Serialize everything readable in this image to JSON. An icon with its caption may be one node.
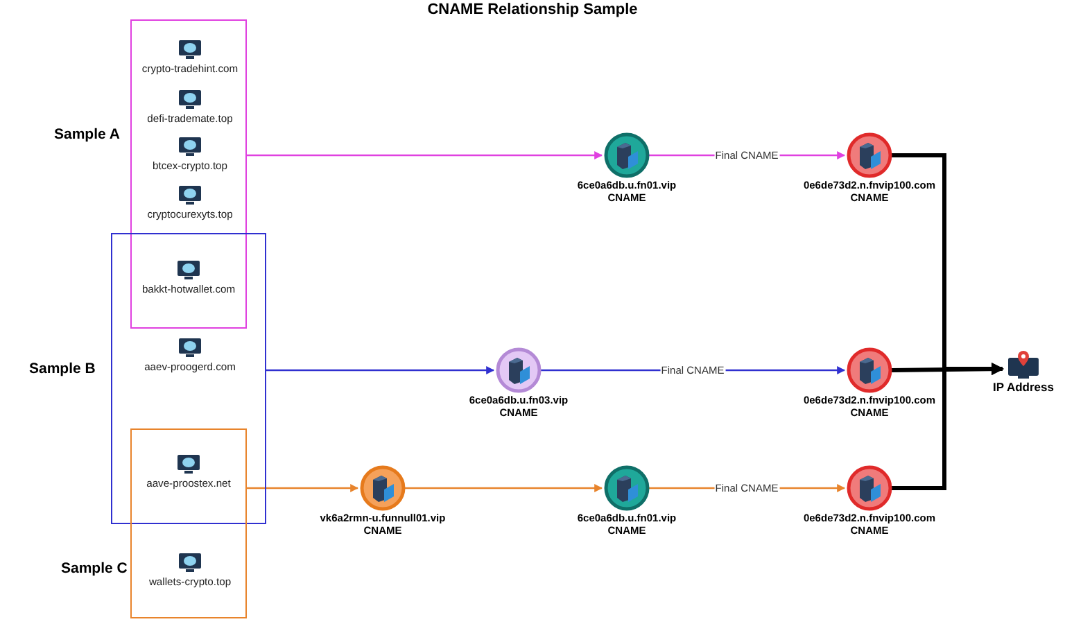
{
  "diagram": {
    "title": "CNAME Relationship Sample",
    "nodes": [
      {
        "text": [
          "Sample A"
        ]
      },
      {
        "text": [
          "Sample B"
        ]
      },
      {
        "text": [
          "Sample C"
        ]
      },
      {
        "text": [
          "crypto-tradehint.com"
        ],
        "in": 0
      },
      {
        "text": [
          "defi-trademate.top"
        ],
        "in": 0
      },
      {
        "text": [
          "btcex-crypto.top"
        ],
        "in": 0
      },
      {
        "text": [
          "cryptocurexyts.top"
        ],
        "in": 0
      },
      {
        "text": [
          "bakkt-hotwallet.com"
        ]
      },
      {
        "text": [
          "aaev-proogerd.com"
        ],
        "in": 1
      },
      {
        "text": [
          "aave-proostex.net"
        ]
      },
      {
        "text": [
          "wallets-crypto.top"
        ],
        "in": 2
      },
      {
        "text": [
          "6ce0a6db.u.fn01.vip",
          "CNAME"
        ]
      },
      {
        "text": [
          "0e6de73d2.n.fnvip100.com",
          "CNAME"
        ]
      },
      {
        "text": [
          "6ce0a6db.u.fn03.vip",
          "CNAME"
        ]
      },
      {
        "text": [
          "0e6de73d2.n.fnvip100.com",
          "CNAME"
        ]
      },
      {
        "text": [
          "vk6a2rmn-u.funnull01.vip",
          "CNAME"
        ]
      },
      {
        "text": [
          "6ce0a6db.u.fn01.vip",
          "CNAME"
        ]
      },
      {
        "text": [
          "0e6de73d2.n.fnvip100.com",
          "CNAME"
        ]
      },
      {
        "text": [
          "IP Address"
        ]
      }
    ],
    "edges": [
      {
        "from": 0,
        "to": 11,
        "arrow": "to",
        "color": "#e040e0"
      },
      {
        "from": 11,
        "to": 12,
        "arrow": "to",
        "label": "Final CNAME",
        "color": "#e040e0"
      },
      {
        "from": 1,
        "to": 13,
        "arrow": "to",
        "color": "#3030d0"
      },
      {
        "from": 13,
        "to": 14,
        "arrow": "to",
        "label": "Final CNAME",
        "color": "#3030d0"
      },
      {
        "from": 2,
        "to": 15,
        "arrow": "to",
        "color": "#e8842c"
      },
      {
        "from": 15,
        "to": 16,
        "arrow": "to",
        "color": "#e8842c"
      },
      {
        "from": 16,
        "to": 17,
        "arrow": "to",
        "label": "Final CNAME",
        "color": "#e8842c"
      },
      {
        "from": 12,
        "to": 18,
        "arrow": "to",
        "style": "thick",
        "color": "#000000"
      },
      {
        "from": 14,
        "to": 18,
        "arrow": "to",
        "style": "thick",
        "color": "#000000"
      },
      {
        "from": 17,
        "to": 18,
        "arrow": "to",
        "style": "thick",
        "color": "#000000"
      }
    ]
  }
}
